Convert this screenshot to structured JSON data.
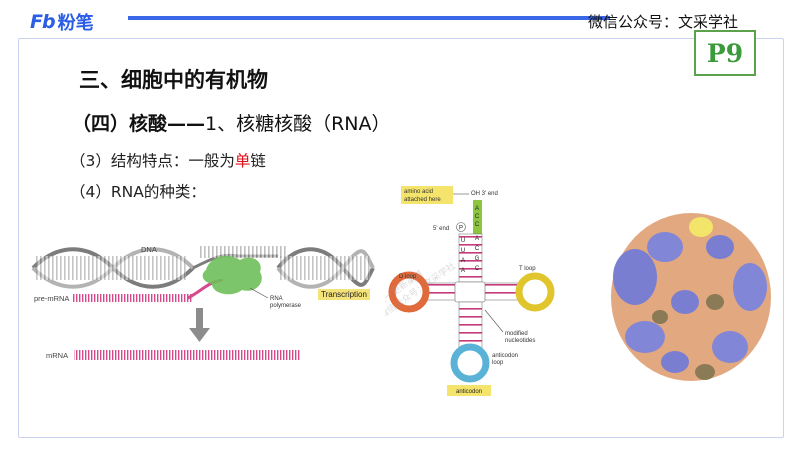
{
  "header": {
    "logo_mark": "Fb",
    "logo_text": "粉笔",
    "wechat": "微信公众号：文采学社",
    "page_badge": "P9",
    "accent_color": "#3a66e8",
    "badge_color": "#3b9a3b"
  },
  "slide": {
    "title": "三、细胞中的有机物",
    "subtitle_bold": "（四）核酸——",
    "subtitle_rest": "1、核糖核酸（RNA）",
    "point3_prefix": "（3）结构特点：一般为",
    "point3_highlight": "单",
    "point3_suffix": "链",
    "point4": "（4）RNA的种类：",
    "highlight_color": "#e2121b"
  },
  "transcription_figure": {
    "dna_label": "DNA",
    "premrna_label": "pre-mRNA",
    "rnapol_label_1": "RNA",
    "rnapol_label_2": "polymerase",
    "mrna_label": "mRNA",
    "process_label": "Transcription"
  },
  "trna_figure": {
    "amino_acid_label_1": "amino acid",
    "amino_acid_label_2": "attached here",
    "oh_end": "OH 3' end",
    "five_end": "5' end",
    "p_label": "P",
    "d_loop": "D loop",
    "t_loop": "T loop",
    "modified_1": "modified",
    "modified_2": "nucleotides",
    "anticodon_loop_1": "anticodon",
    "anticodon_loop_2": "loop",
    "anticodon": "anticodon",
    "acceptor_seq": [
      "A",
      "C",
      "C",
      "A",
      "C",
      "G",
      "C",
      "U",
      "U",
      "A",
      "A"
    ],
    "watermark_1": "唯一更新渠道",
    "watermark_2": "微信公众号：文采学社"
  }
}
